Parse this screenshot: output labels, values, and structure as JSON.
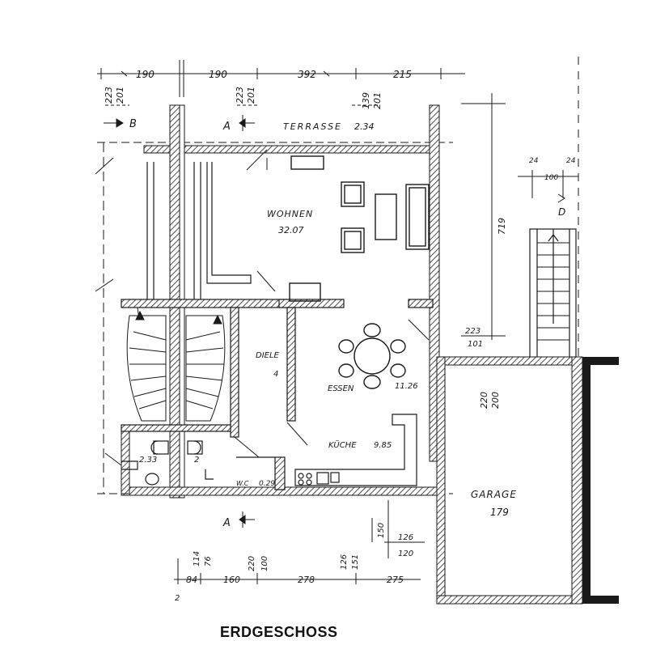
{
  "title": "ERDGESCHOSS",
  "rooms": {
    "terrasse": "TERRASSE",
    "terrasse_area": "2.34",
    "wohnen": "WOHNEN",
    "wohnen_area": "32.07",
    "diele": "DIELE",
    "diele_area": "4",
    "essen": "ESSEN",
    "essen_area": "11.26",
    "kueche": "KÜCHE",
    "kueche_area": "9.85",
    "garage": "GARAGE",
    "garage_area": "179",
    "wc": "W.C",
    "wc_area": "0.29",
    "bath_area_left": "2.33",
    "bath_area_right": "2"
  },
  "section_marks": {
    "a": "A",
    "b": "B",
    "d": "D"
  },
  "dims_top": [
    "190",
    "190",
    "392",
    "215"
  ],
  "dims_top_vertical": [
    "223",
    "201",
    "223",
    "201",
    "139",
    "201"
  ],
  "dims_right": {
    "height": "719",
    "small_left": "24",
    "small_right": "24",
    "small_mid": "100",
    "stair_top": "223",
    "stair_bottom": "101",
    "garage_top": "220",
    "garage_bottom": "200"
  },
  "dims_bottom": [
    "84",
    "160",
    "278",
    "275"
  ],
  "dims_bottom_vertical": [
    "114",
    "76",
    "220",
    "100",
    "126",
    "151",
    "150"
  ],
  "dims_bottom_right": {
    "top": "126",
    "bottom": "120"
  },
  "page_number": "2",
  "colors": {
    "ink": "#1a1a1a",
    "paper": "#ffffff"
  }
}
